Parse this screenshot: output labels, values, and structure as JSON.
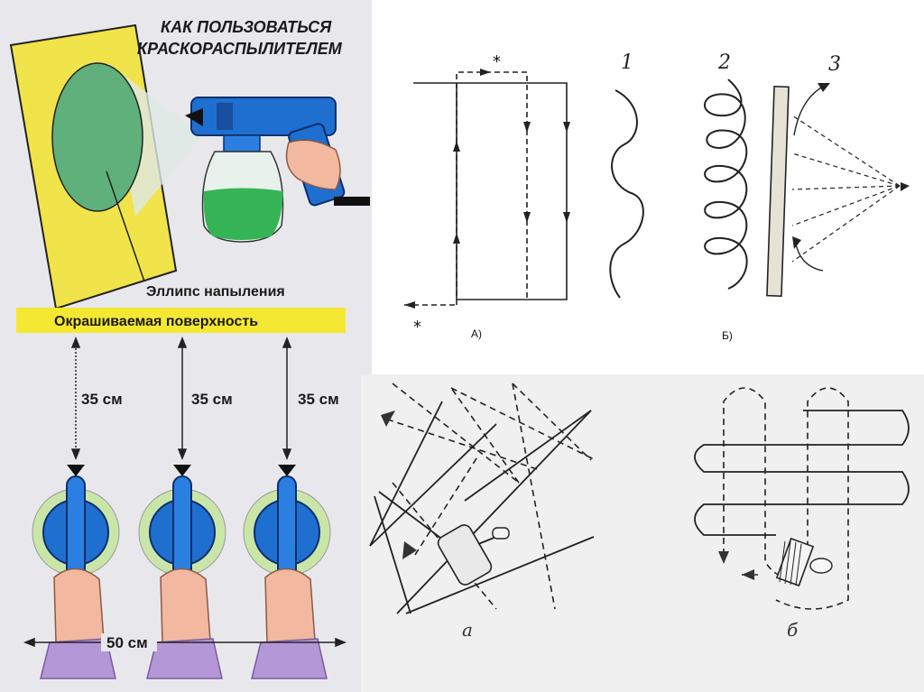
{
  "spray_panel": {
    "title_line1": "КАК ПОЛЬЗОВАТЬСЯ",
    "title_line2": "КРАСКОРАСПЫЛИТЕЛЕМ",
    "ellipse_label": "Эллипс напыления",
    "surface_label": "Окрашиваемая поверхность",
    "distances": [
      "35 см",
      "35 см",
      "35 см"
    ],
    "width_label": "50 см",
    "colors": {
      "surface_board": "#f1e34a",
      "surface_band": "#f5e832",
      "ellipse": "#5fb07a",
      "sprayer_body": "#1f6fd0",
      "paint": "#35b456",
      "halo": "#c9e6a8",
      "sleeve": "#b497d6",
      "skin": "#f2b8a0"
    }
  },
  "method_ab_panel": {
    "star_top": "*",
    "star_bottom": "*",
    "label_a": "А)",
    "label_b": "Б)",
    "num_1": "1",
    "num_2": "2",
    "num_3": "3"
  },
  "roller_brush_panel": {
    "label_a": "а",
    "label_b": "б"
  }
}
